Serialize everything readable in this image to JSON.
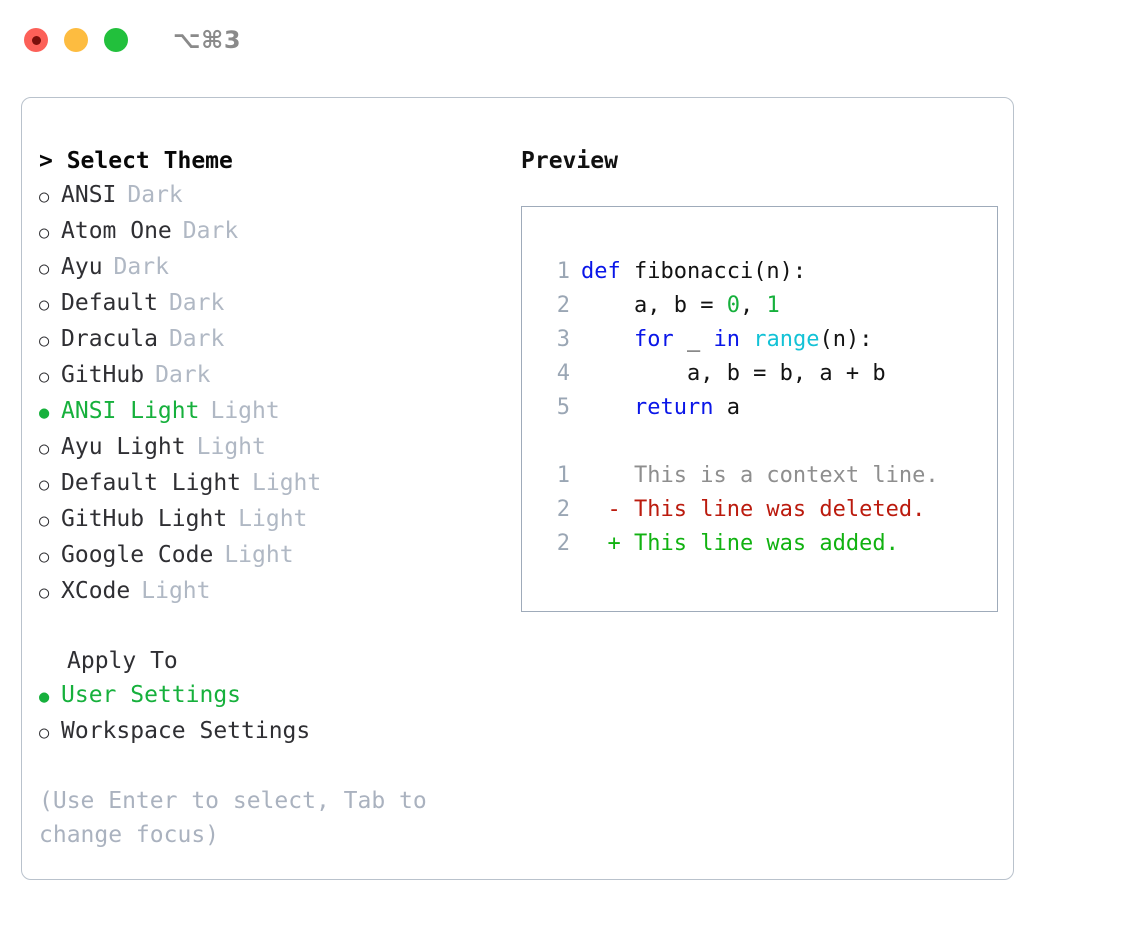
{
  "titlebar": {
    "close_label": "close",
    "minimize_label": "minimize",
    "maximize_label": "maximize",
    "shortcut": "⌥⌘3"
  },
  "theme_section": {
    "header": "> Select Theme",
    "items": [
      {
        "marker": "○",
        "label": "ANSI",
        "variant": "Dark",
        "selected": false
      },
      {
        "marker": "○",
        "label": "Atom One",
        "variant": "Dark",
        "selected": false
      },
      {
        "marker": "○",
        "label": "Ayu",
        "variant": "Dark",
        "selected": false
      },
      {
        "marker": "○",
        "label": "Default",
        "variant": "Dark",
        "selected": false
      },
      {
        "marker": "○",
        "label": "Dracula",
        "variant": "Dark",
        "selected": false
      },
      {
        "marker": "○",
        "label": "GitHub",
        "variant": "Dark",
        "selected": false
      },
      {
        "marker": "●",
        "label": "ANSI Light",
        "variant": "Light",
        "selected": true
      },
      {
        "marker": "○",
        "label": "Ayu Light",
        "variant": "Light",
        "selected": false
      },
      {
        "marker": "○",
        "label": "Default Light",
        "variant": "Light",
        "selected": false
      },
      {
        "marker": "○",
        "label": "GitHub Light",
        "variant": "Light",
        "selected": false
      },
      {
        "marker": "○",
        "label": "Google Code",
        "variant": "Light",
        "selected": false
      },
      {
        "marker": "○",
        "label": "XCode",
        "variant": "Light",
        "selected": false
      }
    ]
  },
  "apply_section": {
    "header": "Apply To",
    "items": [
      {
        "marker": "●",
        "label": "User Settings",
        "selected": true
      },
      {
        "marker": "○",
        "label": "Workspace Settings",
        "selected": false
      }
    ]
  },
  "hint": "(Use Enter to select, Tab to change focus)",
  "preview": {
    "title": "Preview",
    "code_lines": [
      {
        "ln": "1",
        "segments": [
          {
            "text": "def ",
            "style": "kw"
          },
          {
            "text": "fibonacci(n):",
            "style": "plain"
          }
        ]
      },
      {
        "ln": "2",
        "segments": [
          {
            "text": "    a, b = ",
            "style": "plain"
          },
          {
            "text": "0",
            "style": "num"
          },
          {
            "text": ", ",
            "style": "plain"
          },
          {
            "text": "1",
            "style": "num"
          }
        ]
      },
      {
        "ln": "3",
        "segments": [
          {
            "text": "    ",
            "style": "plain"
          },
          {
            "text": "for",
            "style": "kw"
          },
          {
            "text": " _ ",
            "style": "plain"
          },
          {
            "text": "in",
            "style": "kw"
          },
          {
            "text": " ",
            "style": "plain"
          },
          {
            "text": "range",
            "style": "fn"
          },
          {
            "text": "(n):",
            "style": "plain"
          }
        ]
      },
      {
        "ln": "4",
        "segments": [
          {
            "text": "        a, b = b, a + b",
            "style": "plain"
          }
        ]
      },
      {
        "ln": "5",
        "segments": [
          {
            "text": "    ",
            "style": "plain"
          },
          {
            "text": "return",
            "style": "kw"
          },
          {
            "text": " a",
            "style": "plain"
          }
        ]
      }
    ],
    "diff_lines": [
      {
        "ln": "1",
        "prefix": "  ",
        "text": "This is a context line.",
        "kind": "ctx"
      },
      {
        "ln": "2",
        "prefix": "- ",
        "text": "This line was deleted.",
        "kind": "del"
      },
      {
        "ln": "2",
        "prefix": "+ ",
        "text": "This line was added.",
        "kind": "add"
      }
    ]
  },
  "colors": {
    "accent_green": "#16b03c",
    "muted": "#b0b8c4",
    "border": "#b9c2cc",
    "panel_border": "#9fabba",
    "keyword_blue": "#0a16e8",
    "function_cyan": "#13c2d6",
    "number_green": "#16b03c",
    "diff_deleted": "#bb1b0e",
    "diff_added": "#11b211",
    "diff_context": "#8e8e8e",
    "light_red": "#fc6058",
    "light_yellow": "#fdbc40",
    "light_green": "#22c03c"
  }
}
